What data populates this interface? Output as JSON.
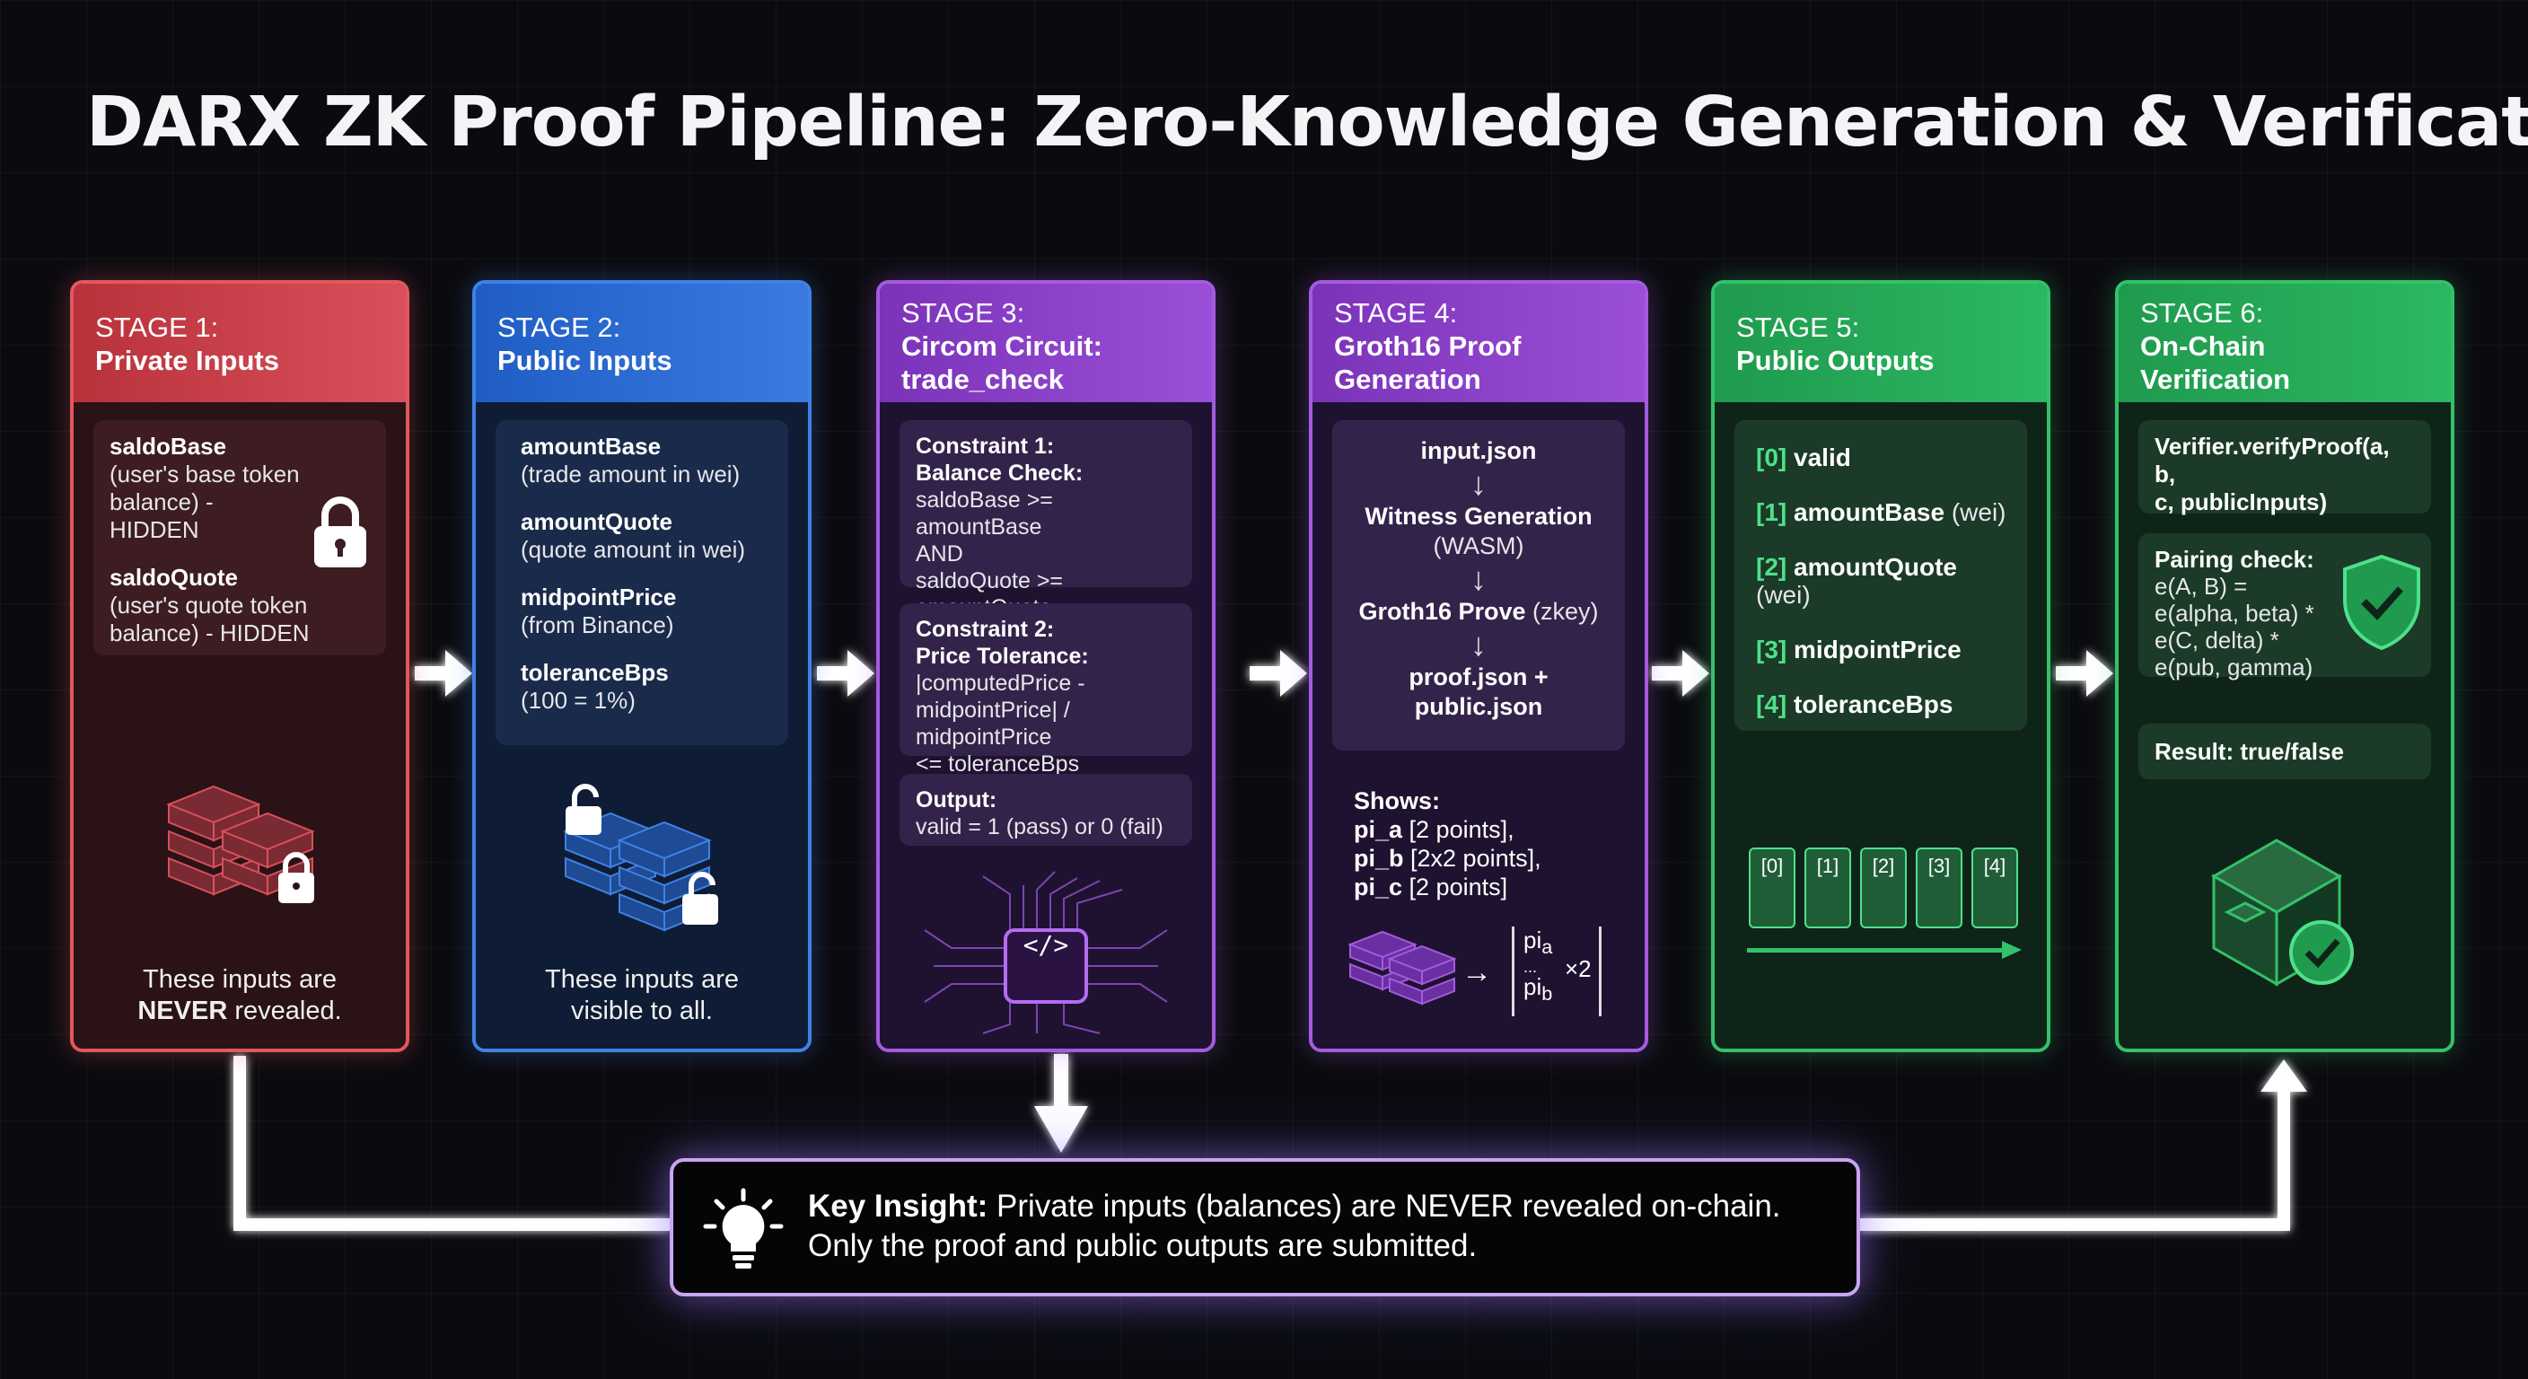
{
  "title": "DARX ZK Proof Pipeline: Zero-Knowledge Generation & Verification",
  "stages": [
    {
      "num": "STAGE 1:",
      "name": "Private Inputs",
      "items": [
        {
          "label": "saldoBase",
          "desc": "(user's base token balance) - HIDDEN"
        },
        {
          "label": "saldoQuote",
          "desc": "(user's quote token balance) - HIDDEN"
        }
      ],
      "footer_line1": "These inputs are",
      "footer_strong": "NEVER",
      "footer_rest": " revealed."
    },
    {
      "num": "STAGE 2:",
      "name": "Public Inputs",
      "items": [
        {
          "label": "amountBase",
          "desc": "(trade amount in wei)"
        },
        {
          "label": "amountQuote",
          "desc": "(quote amount in wei)"
        },
        {
          "label": "midpointPrice",
          "desc": "(from Binance)"
        },
        {
          "label": "toleranceBps",
          "desc": "(100 = 1%)"
        }
      ],
      "footer_line1": "These inputs are",
      "footer_line2": "visible to all."
    },
    {
      "num": "STAGE 3:",
      "name_line1": "Circom Circuit:",
      "name_line2": "trade_check",
      "c1_title": "Constraint 1:",
      "c1_sub": "Balance Check:",
      "c1_l1": "saldoBase >= amountBase",
      "c1_l2": "AND",
      "c1_l3": "saldoQuote >= amountQuote",
      "c2_title": "Constraint 2:",
      "c2_sub": "Price Tolerance:",
      "c2_l1": "|computedPrice -",
      "c2_l2": "midpointPrice| / midpointPrice",
      "c2_l3": "<= toleranceBps",
      "out_title": "Output:",
      "out_l1": "valid = 1 (pass) or 0 (fail)",
      "chip": "</>"
    },
    {
      "num": "STAGE 4:",
      "name_line1": "Groth16 Proof",
      "name_line2": "Generation",
      "f1": "input.json",
      "f2": "Witness Generation",
      "f2b": "(WASM)",
      "f3a": "Groth16 Prove",
      "f3b": " (zkey)",
      "f4": "proof.json + public.json",
      "arrow": "↓",
      "shows_title": "Shows:",
      "shows": [
        {
          "k": "pi_a",
          "v": " [2 points],"
        },
        {
          "k": "pi_b",
          "v": " [2x2 points],"
        },
        {
          "k": "pi_c",
          "v": " [2 points]"
        }
      ],
      "matrix_top": "pi",
      "matrix_top_sub": "a",
      "matrix_dots": "...",
      "matrix_bot": "pi",
      "matrix_bot_sub": "b",
      "matrix_mult": "×2"
    },
    {
      "num": "STAGE 5:",
      "name": "Public Outputs",
      "outputs": [
        {
          "idx": "[0]",
          "label": "valid",
          "unit": ""
        },
        {
          "idx": "[1]",
          "label": "amountBase",
          "unit": " (wei)"
        },
        {
          "idx": "[2]",
          "label": "amountQuote",
          "unit": " (wei)"
        },
        {
          "idx": "[3]",
          "label": "midpointPrice",
          "unit": ""
        },
        {
          "idx": "[4]",
          "label": "toleranceBps",
          "unit": ""
        }
      ],
      "chips": [
        "[0]",
        "[1]",
        "[2]",
        "[3]",
        "[4]"
      ]
    },
    {
      "num": "STAGE 6:",
      "name_line1": "On-Chain",
      "name_line2": "Verification",
      "verify_l1": "Verifier.verifyProof(a, b,",
      "verify_l2": "c, publicInputs)",
      "pair_title": "Pairing check:",
      "pair_l1": "e(A, B) =",
      "pair_l2": "e(alpha, beta) *",
      "pair_l3": "e(C, delta) *",
      "pair_l4": "e(pub, gamma)",
      "result": "Result: true/false"
    }
  ],
  "insight": {
    "strong": "Key Insight:",
    "line1": " Private inputs (balances) are NEVER revealed on-chain.",
    "line2": "Only the proof and public outputs are submitted."
  },
  "colors": {
    "red": "#e2575f",
    "blue": "#3f82e6",
    "purple": "#a45be0",
    "green": "#33c26a"
  }
}
